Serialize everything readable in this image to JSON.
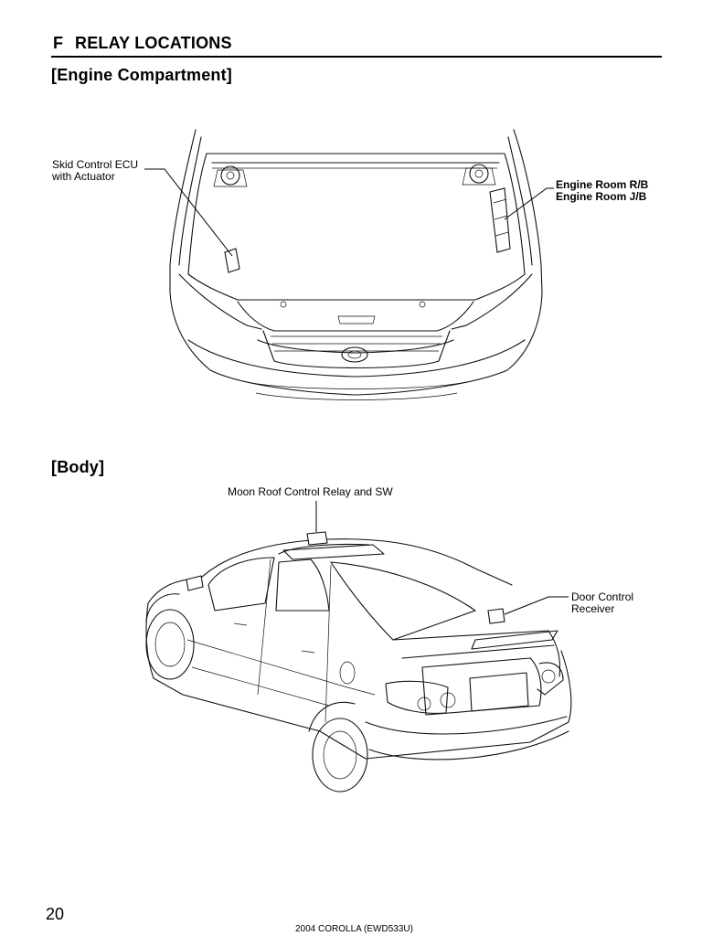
{
  "header": {
    "section_letter": "F",
    "section_title": "RELAY LOCATIONS"
  },
  "engine_compartment": {
    "heading": "[Engine Compartment]",
    "callouts": {
      "skid_control": [
        "Skid Control ECU",
        "with Actuator"
      ],
      "engine_room": [
        "Engine Room R/B",
        "Engine Room J/B"
      ]
    }
  },
  "body_section": {
    "heading": "[Body]",
    "callouts": {
      "moon_roof": "Moon Roof Control Relay and SW",
      "door_control": [
        "Door Control",
        "Receiver"
      ]
    }
  },
  "footer": {
    "page_number": "20",
    "document": "2004 COROLLA (EWD533U)"
  }
}
